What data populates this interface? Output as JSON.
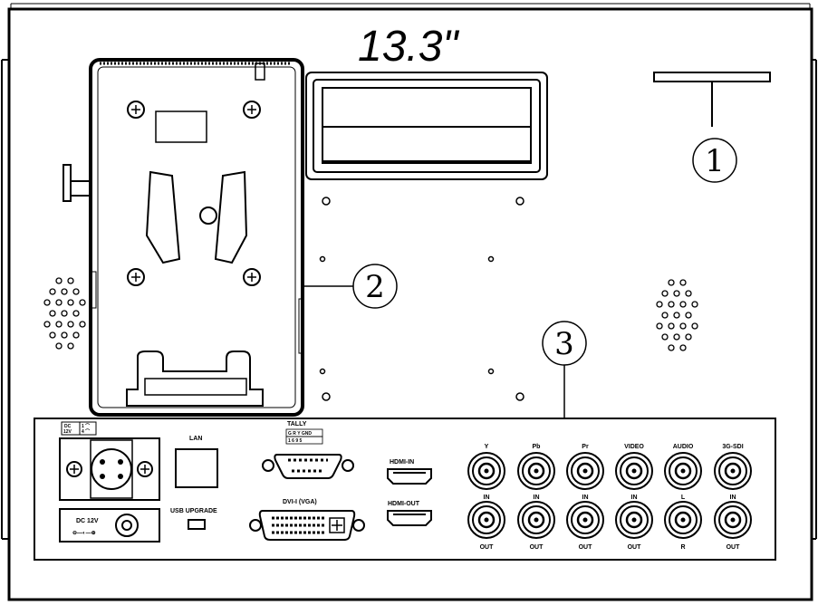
{
  "screen_size": "13.3\"",
  "callouts": {
    "c1": "1",
    "c2": "2",
    "c3": "3"
  },
  "panel": {
    "dc_small": "DC\n12V",
    "lan": "LAN",
    "tally": "TALLY",
    "tally_pins": "G R Y GND",
    "tally_nums": "1 6 9   5",
    "hdmi_in": "HDMI-IN",
    "hdmi_out": "HDMI-OUT",
    "dvi": "DVI-I (VGA)",
    "usb": "USB UPGRADE",
    "dc12v": "DC 12V",
    "bnc_top": [
      "Y",
      "Pb",
      "Pr",
      "VIDEO",
      "AUDIO",
      "3G-SDI"
    ],
    "bnc_mid": [
      "IN",
      "IN",
      "IN",
      "IN",
      "L",
      "IN"
    ],
    "bnc_bot": [
      "OUT",
      "OUT",
      "OUT",
      "OUT",
      "R",
      "OUT"
    ]
  }
}
